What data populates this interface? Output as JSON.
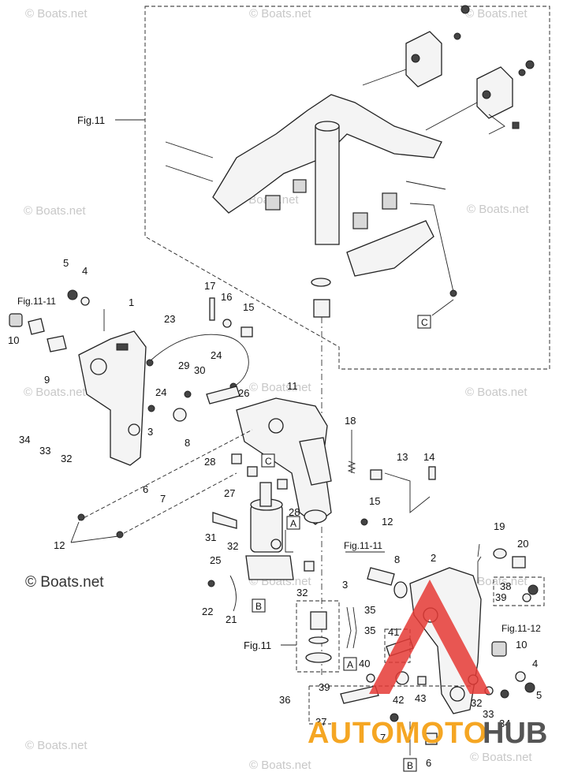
{
  "watermark_text": "© Boats.net",
  "fig_refs": {
    "top": "Fig.11",
    "fig11_11_left": "Fig.11-11",
    "fig11_11_mid": "Fig.11-11",
    "fig11_12": "Fig.11-12",
    "bottom": "Fig.11"
  },
  "box_letters": {
    "C": "C",
    "A": "A",
    "B": "B"
  },
  "callouts": [
    "1",
    "2",
    "3",
    "4",
    "5",
    "6",
    "7",
    "8",
    "9",
    "10",
    "11",
    "12",
    "13",
    "14",
    "15",
    "16",
    "17",
    "18",
    "19",
    "20",
    "21",
    "22",
    "23",
    "24",
    "25",
    "26",
    "27",
    "28",
    "29",
    "30",
    "31",
    "32",
    "33",
    "34",
    "35",
    "36",
    "37",
    "38",
    "39",
    "40",
    "41",
    "42",
    "43"
  ],
  "logo": {
    "text_main": "AUTOMOTO",
    "text_hub": "HUB",
    "color_main": "#f5a623",
    "color_hub": "#555555",
    "color_mark": "#e53935"
  }
}
